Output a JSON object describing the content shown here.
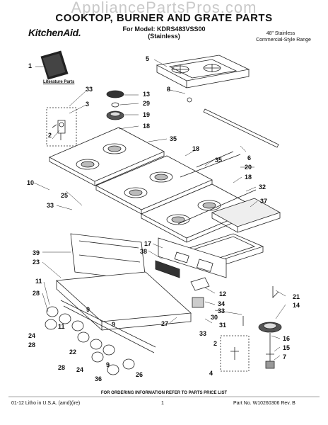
{
  "header": {
    "watermark": "AppliancePartsPros.com",
    "brand": "KitchenAid.",
    "title": "COOKTOP, BURNER AND GRATE PARTS",
    "model_line": "For Model: KDRS483VSS00",
    "finish": "(Stainless)",
    "range_size": "48\" Stainless",
    "range_type": "Commercial-Style Range"
  },
  "literature_label": "Literature Parts",
  "callouts": [
    "1",
    "33",
    "3",
    "2",
    "5",
    "13",
    "29",
    "19",
    "18",
    "35",
    "18",
    "8",
    "10",
    "25",
    "33",
    "35",
    "18",
    "6",
    "20",
    "32",
    "37",
    "17",
    "38",
    "39",
    "23",
    "11",
    "28",
    "24",
    "28",
    "11",
    "9",
    "9",
    "9",
    "22",
    "28",
    "24",
    "36",
    "26",
    "27",
    "12",
    "34",
    "33",
    "31",
    "30",
    "33",
    "21",
    "14",
    "16",
    "15",
    "7",
    "2",
    "4"
  ],
  "footer": {
    "order_info": "FOR ORDERING INFORMATION REFER TO PARTS PRICE LIST",
    "left": "01-12  Litho in U.S.A. (amd)(ire)",
    "page": "1",
    "part_no": "Part No. W10260306 Rev. B"
  }
}
